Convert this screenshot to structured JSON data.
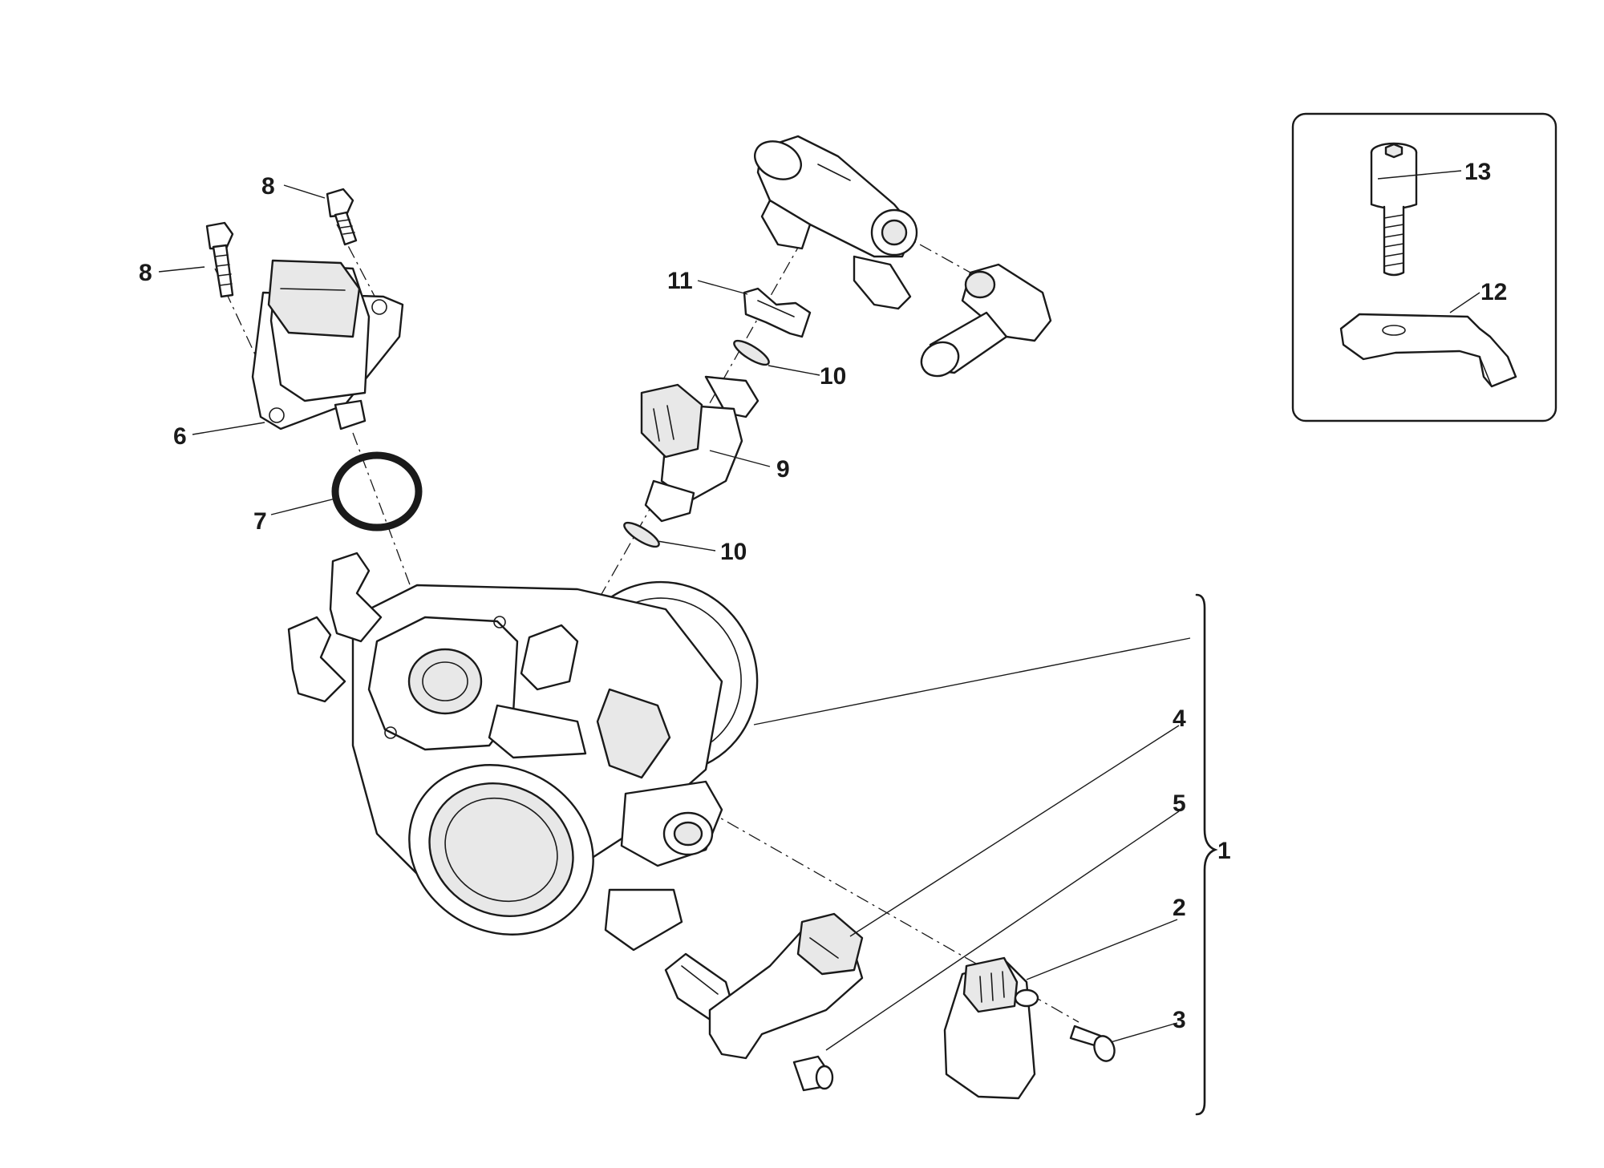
{
  "callouts": {
    "c1": "1",
    "c2": "2",
    "c3": "3",
    "c4": "4",
    "c5": "5",
    "c6": "6",
    "c7": "7",
    "c8a": "8",
    "c8b": "8",
    "c9": "9",
    "c10a": "10",
    "c10b": "10",
    "c11": "11",
    "c12": "12",
    "c13": "13"
  }
}
